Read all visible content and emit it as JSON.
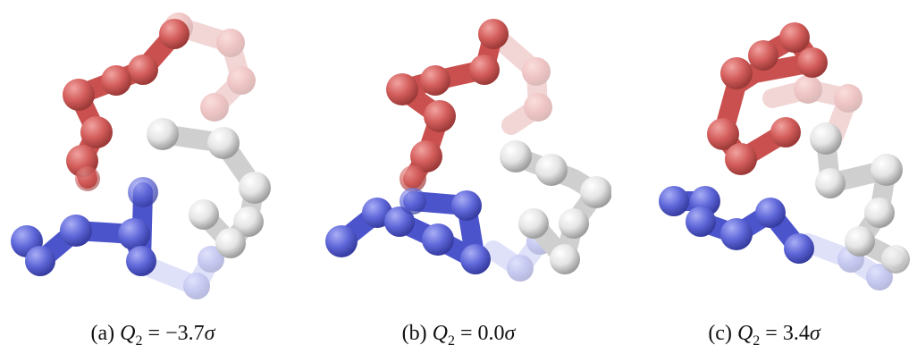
{
  "figure": {
    "panels": [
      {
        "label": "(a)",
        "symbol": "Q",
        "subscript": "2",
        "relation": "=",
        "value": "−3.7",
        "unit": "σ"
      },
      {
        "label": "(b)",
        "symbol": "Q",
        "subscript": "2",
        "relation": "=",
        "value": "0.0",
        "unit": "σ"
      },
      {
        "label": "(c)",
        "symbol": "Q",
        "subscript": "2",
        "relation": "=",
        "value": "3.4",
        "unit": "σ"
      }
    ],
    "colors": {
      "red_bead": "#d35d5b",
      "white_bead": "#e6e6e6",
      "blue_bead": "#5f67d9"
    }
  }
}
